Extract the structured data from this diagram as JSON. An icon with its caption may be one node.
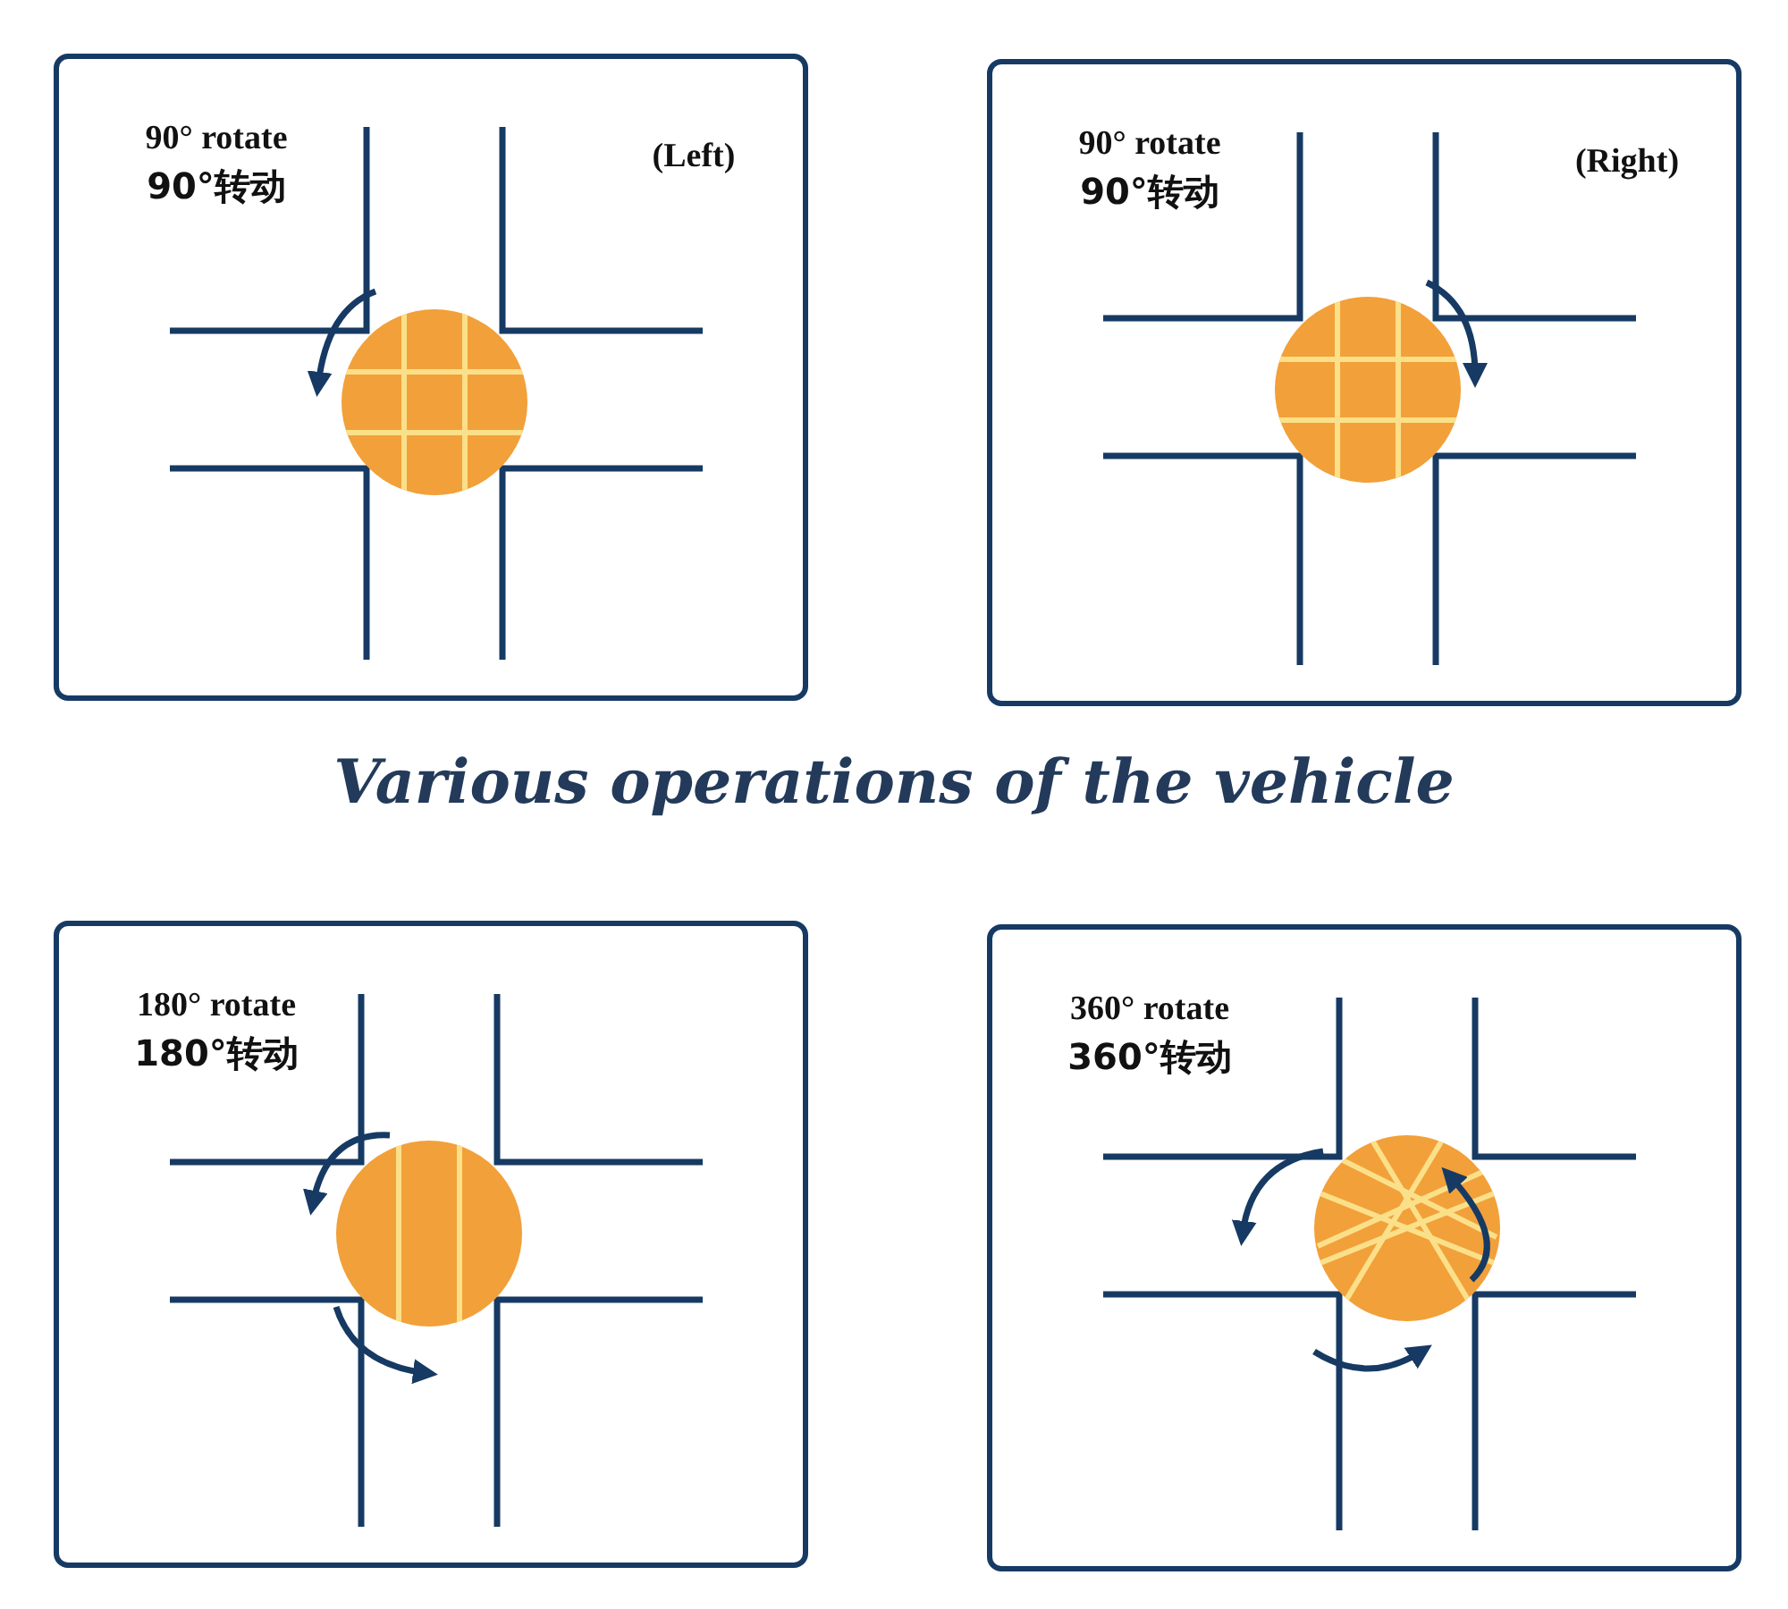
{
  "diagram": {
    "title": "Various operations of the vehicle",
    "nodes": [
      {
        "text": [
          "90° rotate",
          "90°转动",
          "(Left)"
        ]
      },
      {
        "text": [
          "90° rotate",
          "90°转动",
          "(Right)"
        ]
      },
      {
        "text": [
          "180° rotate",
          "180°转动"
        ]
      },
      {
        "text": [
          "360° rotate",
          "360°转动"
        ]
      }
    ]
  }
}
